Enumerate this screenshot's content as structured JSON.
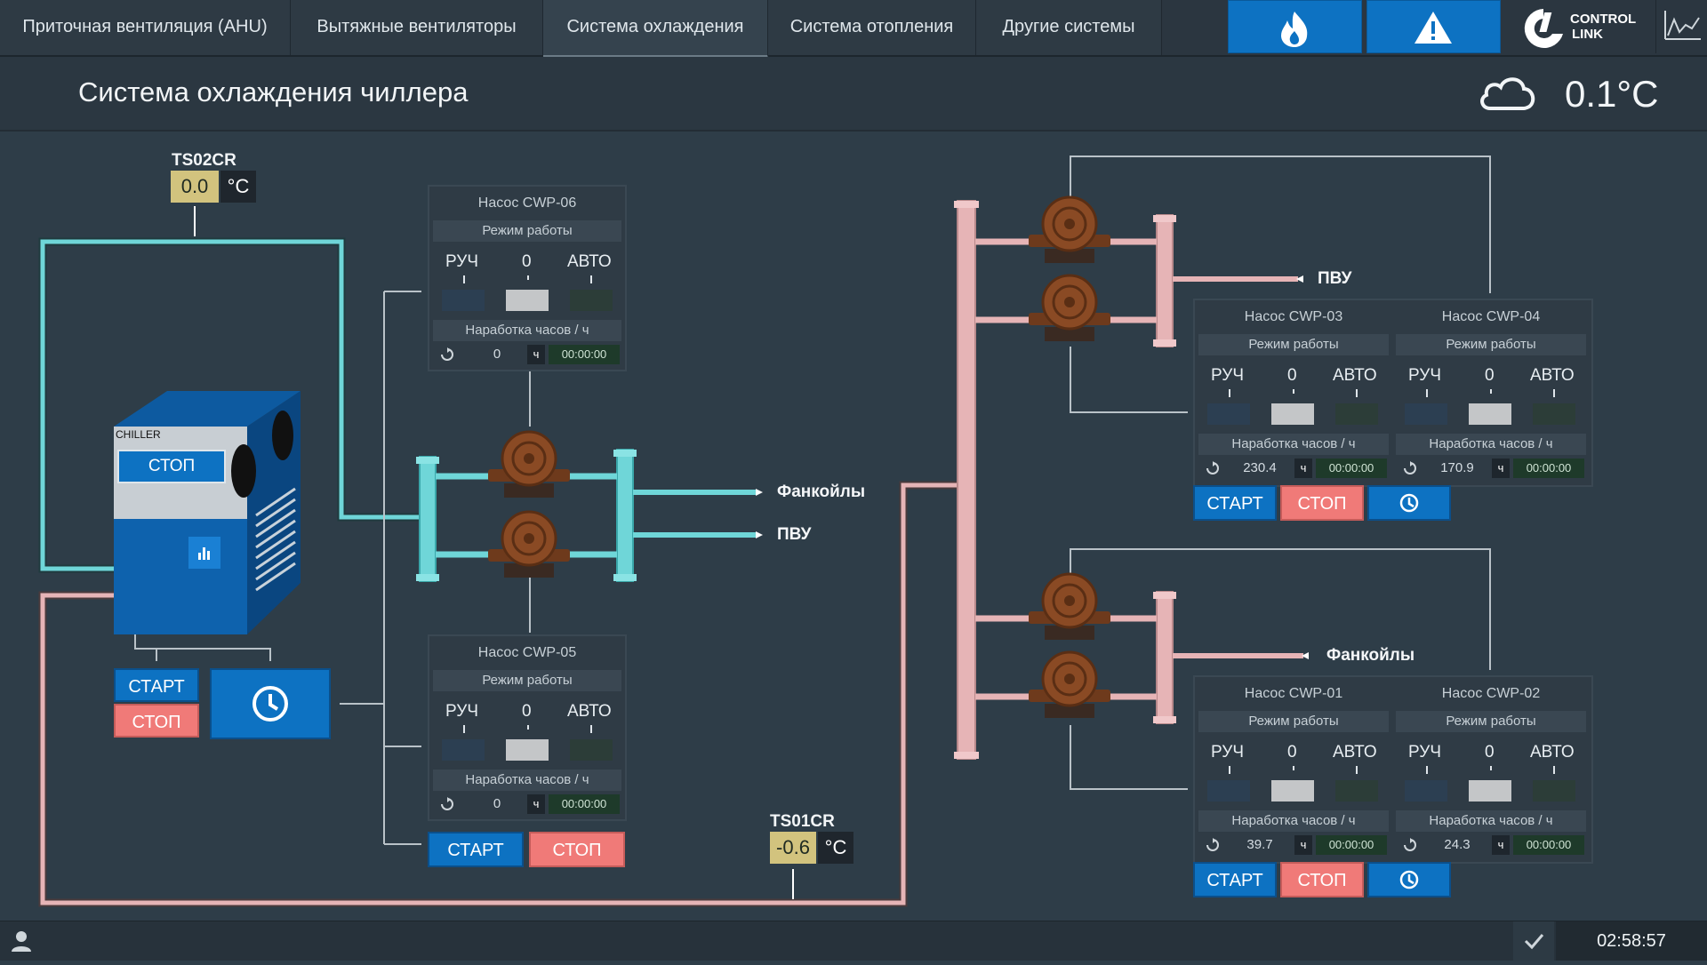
{
  "tabs": [
    {
      "label": "Приточная вентиляция (AHU)"
    },
    {
      "label": "Вытяжные вентиляторы"
    },
    {
      "label": "Система охлаждения"
    },
    {
      "label": "Система отопления"
    },
    {
      "label": "Другие системы"
    }
  ],
  "brand": {
    "line1": "CONTROL",
    "line2": "LINK"
  },
  "header": {
    "title": "Система охлаждения чиллера",
    "outside_temp": "0.1°C"
  },
  "chiller": {
    "label": "CHILLER",
    "status": "СТОП"
  },
  "common": {
    "mode_header": "Режим работы",
    "mode_manual": "РУЧ",
    "mode_zero": "0",
    "mode_auto": "АВТО",
    "runtime_header": "Наработка часов / ч",
    "hours_unit": "ч",
    "start": "СТАРТ",
    "stop": "СТОП"
  },
  "pumps": {
    "cwp06": {
      "name": "Насос CWP-06",
      "hours": "0",
      "time": "00:00:00"
    },
    "cwp05": {
      "name": "Насос CWP-05",
      "hours": "0",
      "time": "00:00:00"
    },
    "cwp03": {
      "name": "Насос CWP-03",
      "hours": "230.4",
      "time": "00:00:00"
    },
    "cwp04": {
      "name": "Насос CWP-04",
      "hours": "170.9",
      "time": "00:00:00"
    },
    "cwp01": {
      "name": "Насос CWP-01",
      "hours": "39.7",
      "time": "00:00:00"
    },
    "cwp02": {
      "name": "Насос CWP-02",
      "hours": "24.3",
      "time": "00:00:00"
    }
  },
  "sensors": {
    "ts02cr": {
      "name": "TS02CR",
      "value": "0.0",
      "unit": "°C"
    },
    "ts01cr": {
      "name": "TS01CR",
      "value": "-0.6",
      "unit": "°C"
    }
  },
  "labels": {
    "fancoils": "Фанкойлы",
    "pvu": "ПВУ"
  },
  "footer": {
    "time": "02:58:57"
  },
  "colors": {
    "cold_pipe": "#6fd6d8",
    "warm_pipe": "#e6b4b6",
    "pump": "#8a4a24",
    "accent": "#0d72c2",
    "stop": "#f07a78"
  }
}
